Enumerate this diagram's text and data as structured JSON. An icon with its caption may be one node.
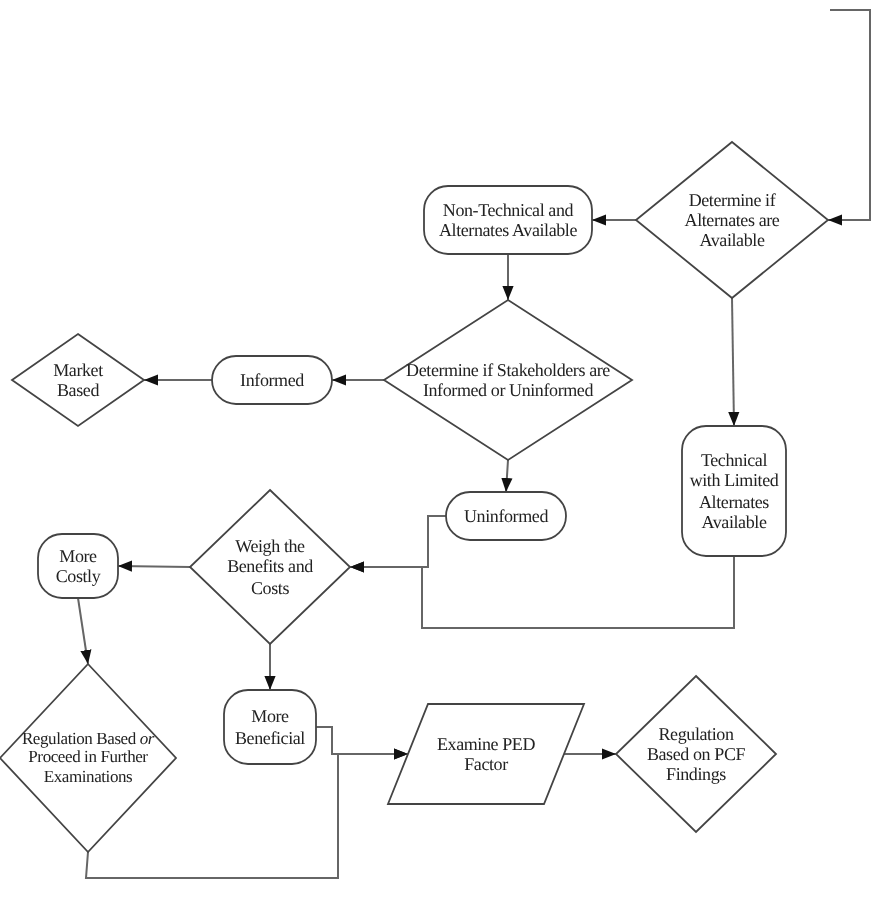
{
  "diagram": {
    "nodes": [
      {
        "text": [
          "Determine if Alternates are Available"
        ]
      },
      {
        "text": [
          "Non-Technical and Alternates Available"
        ]
      },
      {
        "text": [
          "Determine if Stakeholders are Informed or Uninformed"
        ]
      },
      {
        "text": [
          "Informed"
        ]
      },
      {
        "text": [
          "Market Based"
        ]
      },
      {
        "text": [
          "Technical with Limited Alternates Available"
        ]
      },
      {
        "text": [
          "Uninformed"
        ]
      },
      {
        "text": [
          "Weigh the Benefits and Costs"
        ]
      },
      {
        "text": [
          "More Costly"
        ]
      },
      {
        "text": [
          "Regulation Based *or* Proceed in Further Examinations"
        ]
      },
      {
        "text": [
          "More Beneficial"
        ]
      },
      {
        "text": [
          "Examine PED Factor"
        ]
      },
      {
        "text": [
          "Regulation Based on PCF Findings"
        ]
      }
    ],
    "edges": [
      {
        "from": null,
        "to": 0,
        "arrow": "to"
      },
      {
        "from": 0,
        "to": 1,
        "arrow": "to"
      },
      {
        "from": 1,
        "to": 2,
        "arrow": "to"
      },
      {
        "from": 2,
        "to": 3,
        "arrow": "to"
      },
      {
        "from": 3,
        "to": 4,
        "arrow": "to"
      },
      {
        "from": 0,
        "to": 5,
        "arrow": "to"
      },
      {
        "from": 2,
        "to": 6,
        "arrow": "to"
      },
      {
        "from": 6,
        "to": 7,
        "arrow": "to"
      },
      {
        "from": 5,
        "to": 7,
        "arrow": "to"
      },
      {
        "from": 7,
        "to": 8,
        "arrow": "to"
      },
      {
        "from": 7,
        "to": 10,
        "arrow": "to"
      },
      {
        "from": 8,
        "to": 9,
        "arrow": "to"
      },
      {
        "from": 10,
        "to": 11,
        "arrow": "to"
      },
      {
        "from": 9,
        "to": 11,
        "arrow": "to"
      },
      {
        "from": 11,
        "to": 12,
        "arrow": "to"
      }
    ]
  }
}
